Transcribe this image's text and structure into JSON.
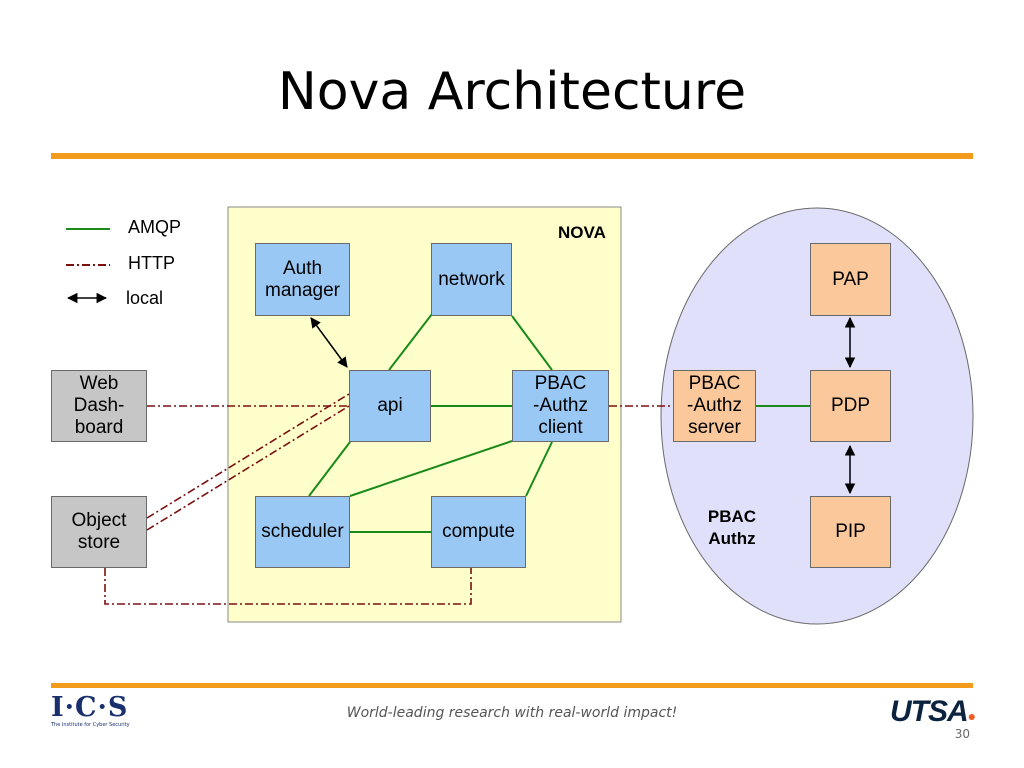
{
  "slide": {
    "title": "Nova Architecture",
    "footer_text": "World-leading research with real-world impact!",
    "page_number": "30"
  },
  "legend": {
    "amqp": "AMQP",
    "http": "HTTP",
    "local": "local"
  },
  "regions": {
    "nova": "NOVA",
    "pbac_authz": "PBAC\nAuthz"
  },
  "nodes": {
    "auth_manager": "Auth\nmanager",
    "network": "network",
    "api": "api",
    "pbac_client": "PBAC\n-Authz\nclient",
    "scheduler": "scheduler",
    "compute": "compute",
    "web_dashboard": "Web\nDash-\nboard",
    "object_store": "Object\nstore",
    "pbac_server": "PBAC\n-Authz\nserver",
    "pap": "PAP",
    "pdp": "PDP",
    "pip": "PIP"
  },
  "logos": {
    "ics": "I·C·S",
    "ics_tagline": "The Institute for Cyber Security",
    "utsa": "UTSA"
  },
  "colors": {
    "accent_rule": "#f39b1c",
    "nova_bg": "#ffffcc",
    "pbac_bg": "#e0e0fa",
    "amqp_line": "#1a8a1a",
    "http_line": "#7a1010"
  }
}
